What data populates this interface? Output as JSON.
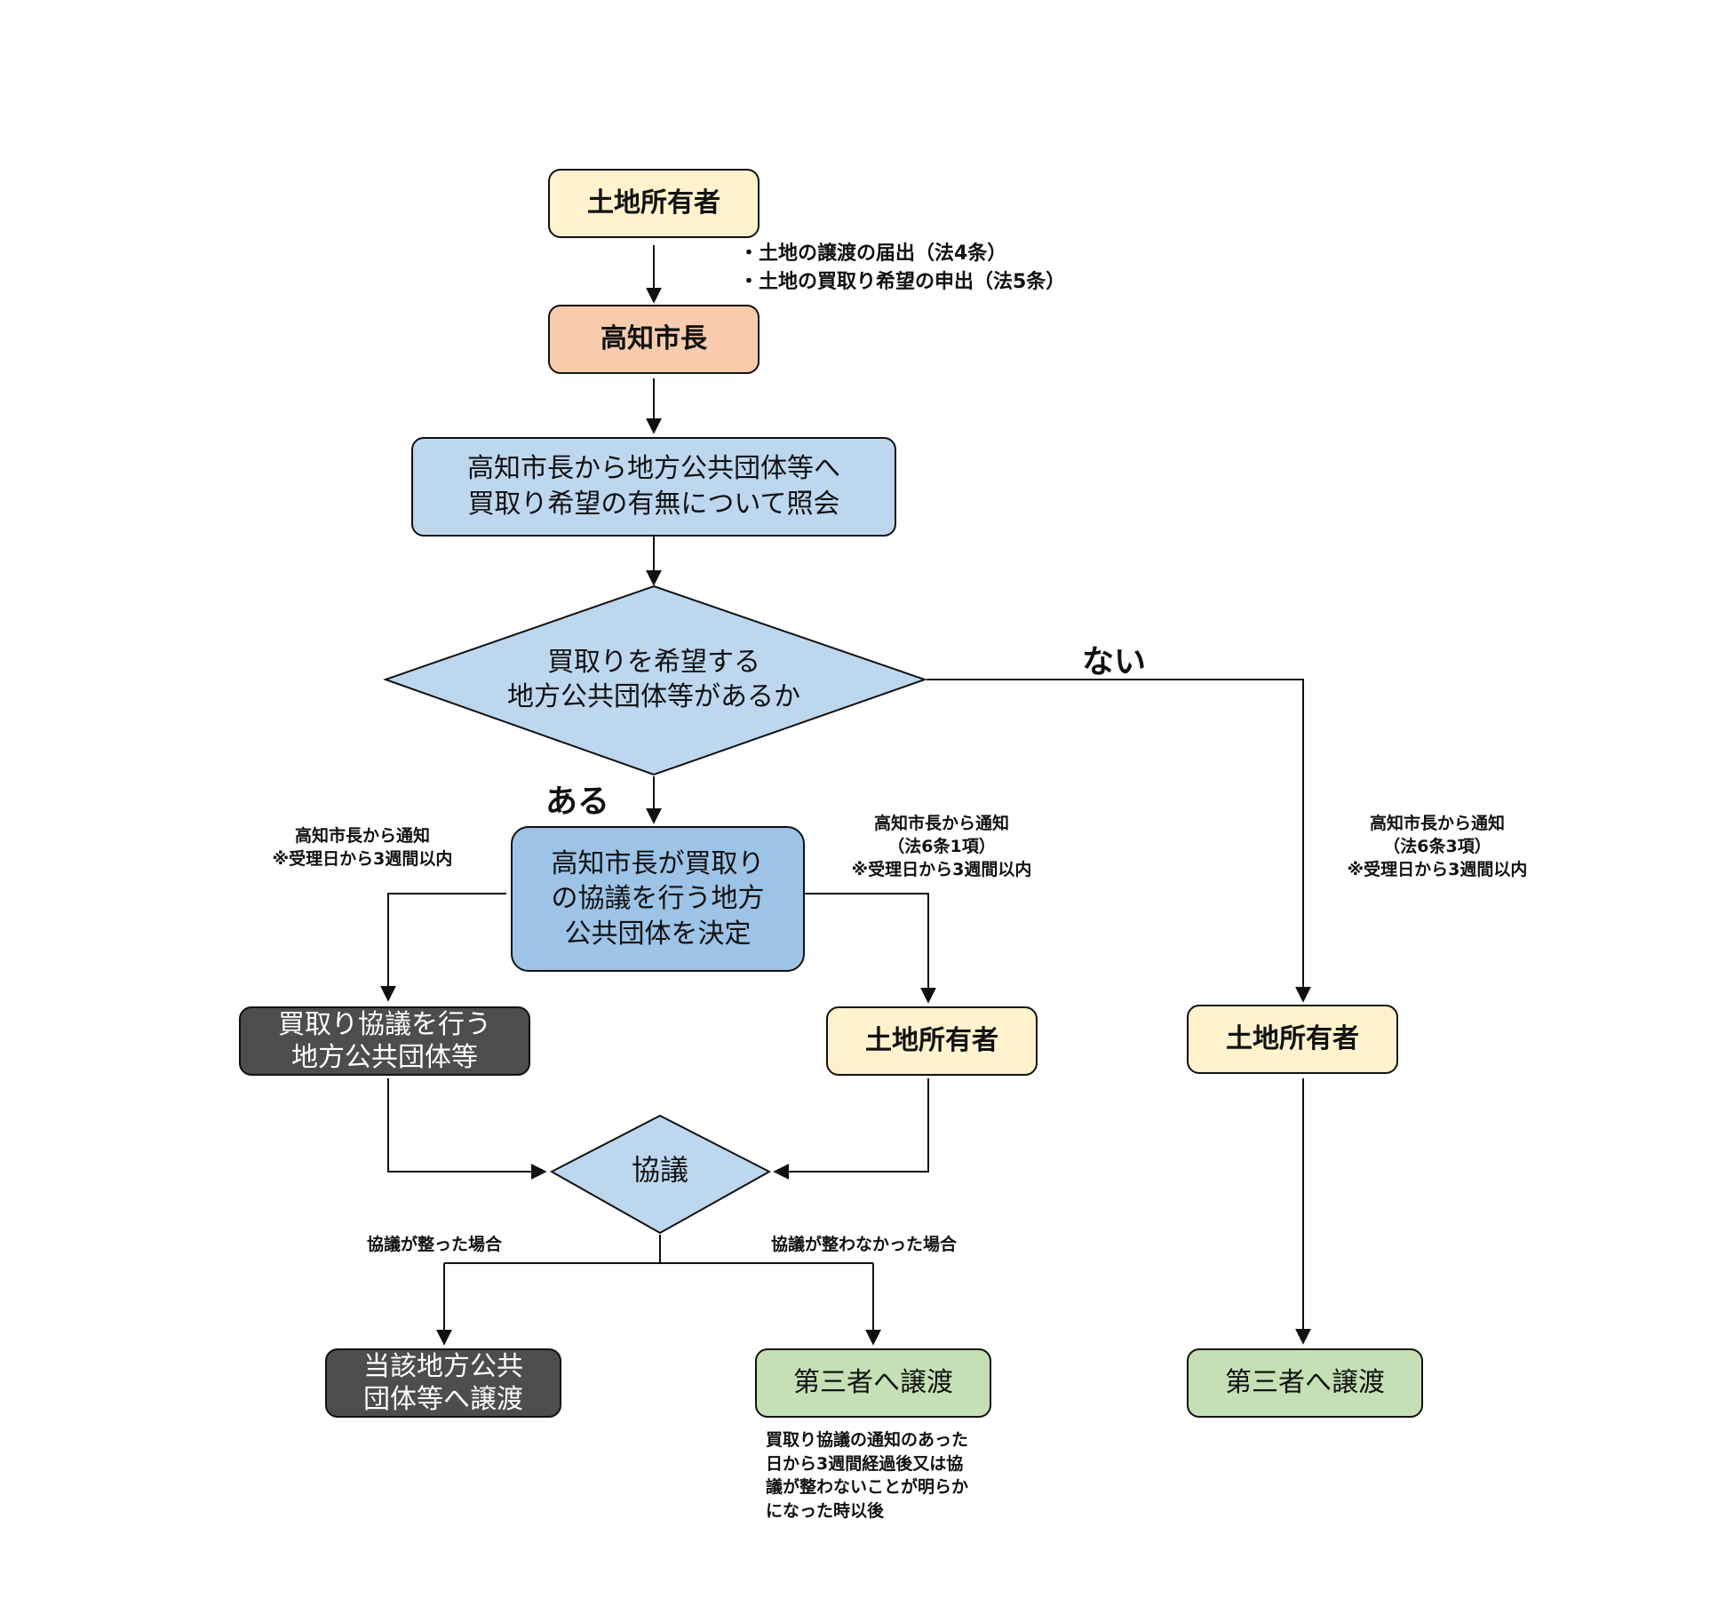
{
  "colors": {
    "owner_fill": "#fff2cc",
    "mayor_fill": "#f8cbad",
    "query_fill": "#bdd7ee",
    "decision_fill": "#9dc3e6",
    "dark_fill": "#4d4d4d",
    "transfer_fill": "#c5e0b4",
    "line": "#111111"
  },
  "nodes": {
    "owner_top": "土地所有者",
    "mayor": "高知市長",
    "query": "高知市長から地方公共団体等へ\n買取り希望の有無について照会",
    "decision_diamond": "買取りを希望する\n地方公共団体等があるか",
    "decide_body": "高知市長が買取り\nの協議を行う地方\n公共団体を決定",
    "purchasing_body": "買取り協議を行う\n地方公共団体等",
    "owner_mid": "土地所有者",
    "owner_right": "土地所有者",
    "negotiation": "協議",
    "transfer_public": "当該地方公共\n団体等へ譲渡",
    "transfer_third_mid": "第三者へ譲渡",
    "transfer_third_right": "第三者へ譲渡"
  },
  "notes": {
    "filing": "・土地の譲渡の届出（法4条）\n・土地の買取り希望の申出（法5条）",
    "notice_left": "高知市長から通知\n※受理日から3週間以内",
    "notice_mid": "高知市長から通知\n（法6条1項）\n※受理日から3週間以内",
    "notice_right": "高知市長から通知\n（法6条3項）\n※受理日から3週間以内",
    "agreed": "協議が整った場合",
    "not_agreed": "協議が整わなかった場合",
    "after_period": "買取り協議の通知のあった\n日から3週間経過後又は協\n議が整わないことが明らか\nになった時以後"
  },
  "branches": {
    "yes": "ある",
    "no": "ない"
  }
}
